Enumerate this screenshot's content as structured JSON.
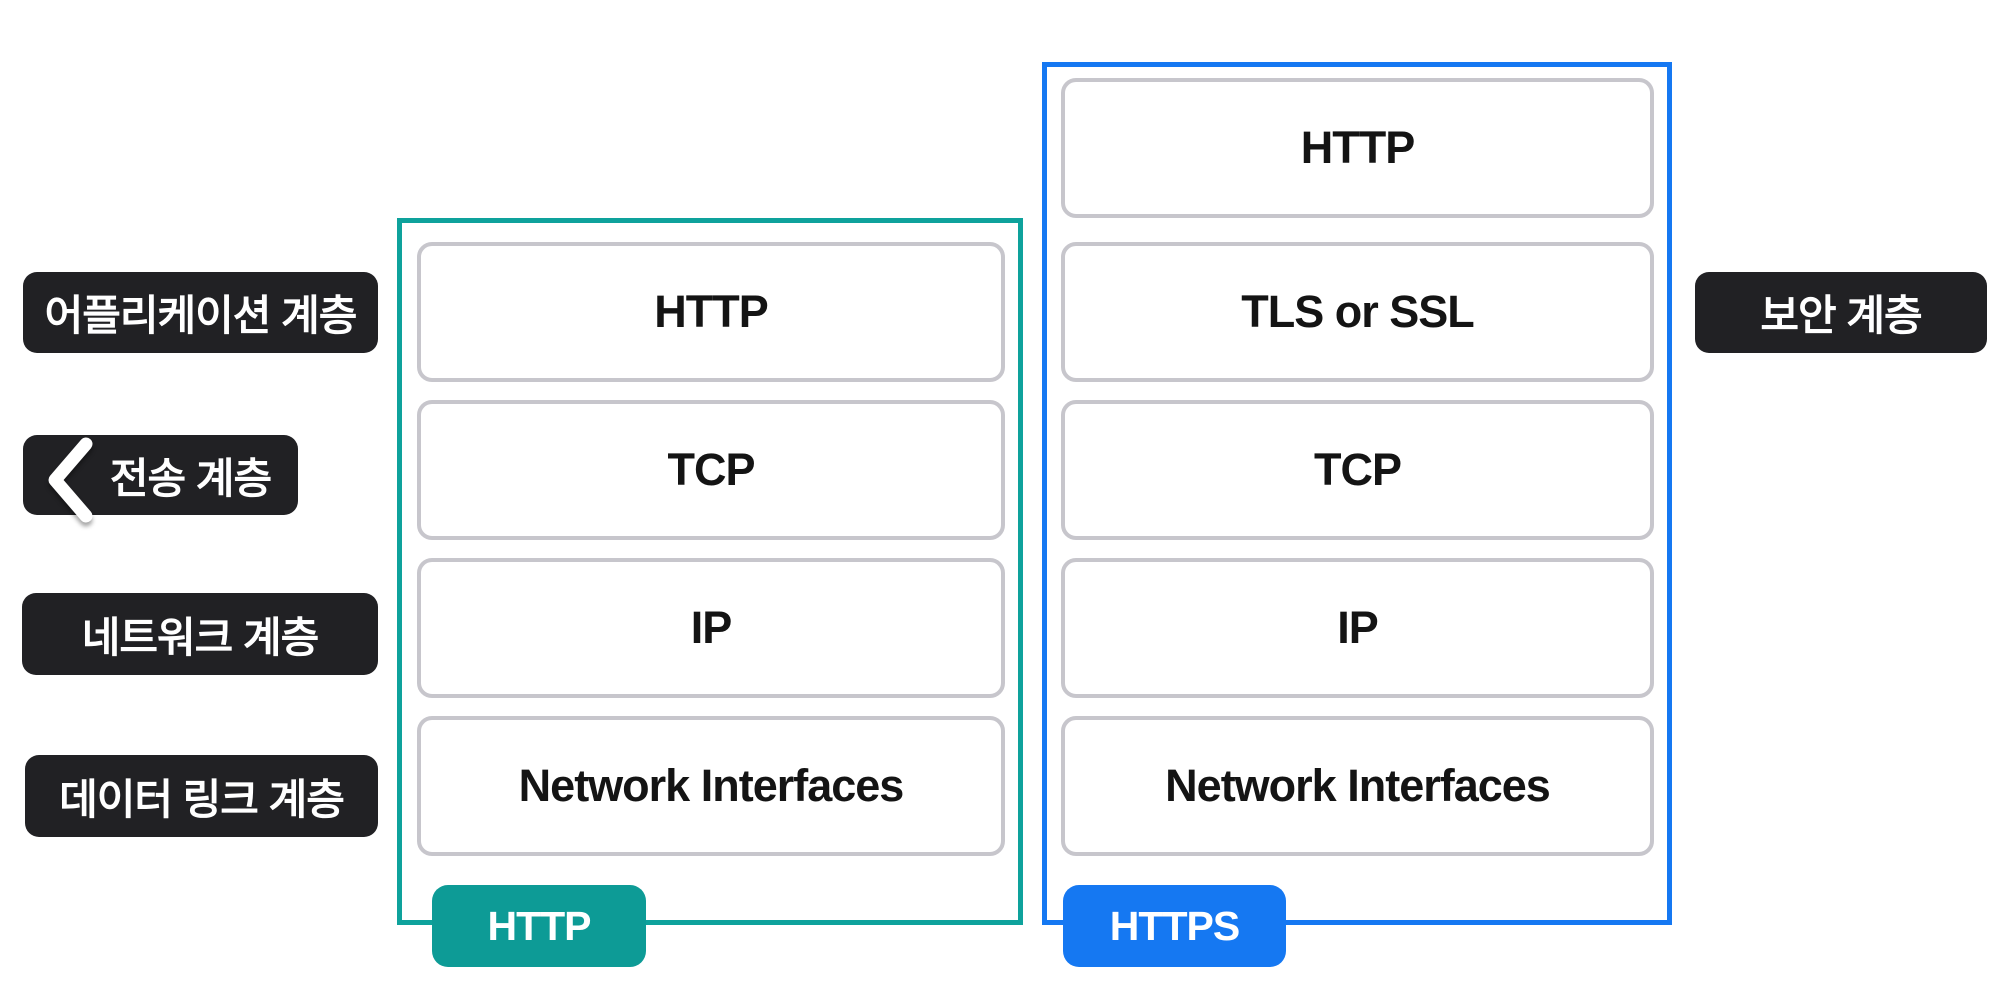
{
  "colors": {
    "teal": "#0ea29c",
    "teal_badge": "#0d9b96",
    "blue": "#1578f2",
    "label_bg": "#212124",
    "box_border": "#c7c6cc"
  },
  "left_labels": [
    {
      "id": "application",
      "text": "어플리케이션 계층"
    },
    {
      "id": "transport",
      "text": "전송 계층",
      "icon": "chevron-left"
    },
    {
      "id": "network",
      "text": "네트워크 계층"
    },
    {
      "id": "datalink",
      "text": "데이터 링크 계층"
    }
  ],
  "right_label": {
    "id": "security",
    "text": "보안 계층"
  },
  "http_stack": {
    "badge": "HTTP",
    "layers": [
      "HTTP",
      "TCP",
      "IP",
      "Network Interfaces"
    ]
  },
  "https_stack": {
    "badge": "HTTPS",
    "layers": [
      "HTTP",
      "TLS or SSL",
      "TCP",
      "IP",
      "Network Interfaces"
    ]
  }
}
